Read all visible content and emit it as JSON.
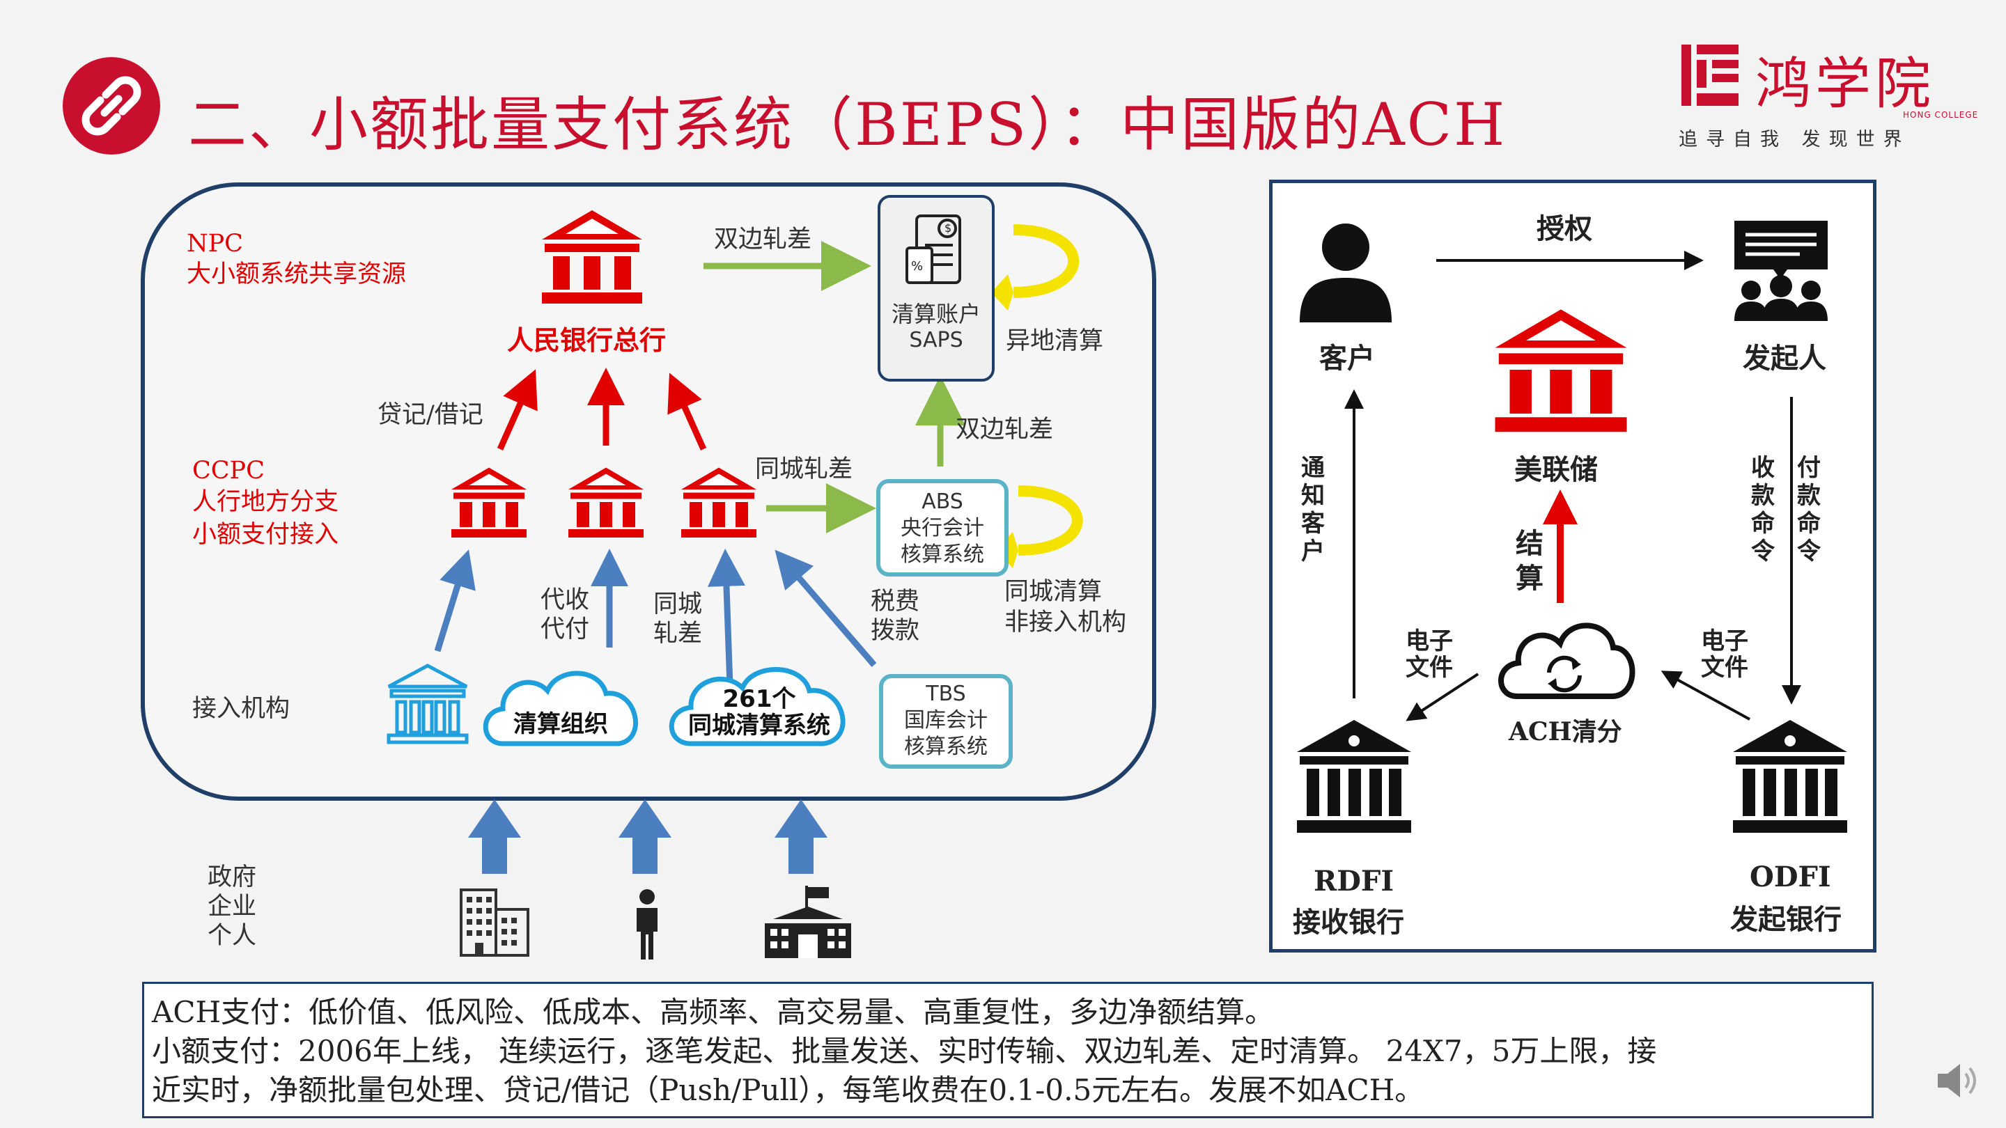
{
  "header": {
    "title": "二、小额批量支付系统（BEPS）：中国版的ACH",
    "logo_text": "鸿学院",
    "logo_en": "HONG COLLEGE",
    "logo_slogan": "追寻自我  发现世界"
  },
  "left_diagram": {
    "npc_label": "NPC",
    "npc_desc": "大小额系统共享资源",
    "pbc_hq": "人民银行总行",
    "bilateral_top": "双边轧差",
    "saps_label1": "清算账户",
    "saps_label2": "SAPS",
    "remote_clearing": "异地清算",
    "debit_credit": "贷记/借记",
    "bilateral_mid": "双边轧差",
    "ccpc_label": "CCPC",
    "ccpc_desc1": "人行地方分支",
    "ccpc_desc2": "小额支付接入",
    "same_city_netting": "同城轧差",
    "abs_label1": "ABS",
    "abs_label2": "央行会计",
    "abs_label3": "核算系统",
    "same_city_clearing1": "同城清算",
    "same_city_clearing2": "非接入机构",
    "collect1": "代收",
    "collect2": "代付",
    "same_city1": "同城",
    "same_city2": "轧差",
    "tax1": "税费",
    "tax2": "拨款",
    "access_label": "接入机构",
    "cloud1": "清算组织",
    "cloud2_num": "261个",
    "cloud2": "同城清算系统",
    "tbs_label1": "TBS",
    "tbs_label2": "国库会计",
    "tbs_label3": "核算系统",
    "users1": "政府",
    "users2": "企业",
    "users3": "个人"
  },
  "right_diagram": {
    "authorize": "授权",
    "customer": "客户",
    "originator": "发起人",
    "fed": "美联储",
    "settlement": "结算",
    "notify": "通知客户",
    "collect_cmd": "收款命令",
    "pay_cmd": "付款命令",
    "e_file_left": "电子文件",
    "e_file_right": "电子文件",
    "ach_clearing": "ACH清分",
    "rdfi": "RDFI",
    "rdfi_desc": "接收银行",
    "odfi": "ODFI",
    "odfi_desc": "发起银行"
  },
  "bottom": {
    "line1": "ACH支付：低价值、低风险、低成本、高频率、高交易量、高重复性，多边净额结算。",
    "line2": "小额支付：2006年上线， 连续运行，逐笔发起、批量发送、实时传输、双边轧差、定时清算。 24X7，5万上限，接",
    "line3": "近实时，净额批量包处理、贷记/借记（Push/Pull），每笔收费在0.1-0.5元左右。发展不如ACH。"
  },
  "colors": {
    "brand": "#c8102e",
    "bank_red": "#e00000",
    "arrow_green": "#8cba4a",
    "arrow_blue": "#4c7fbf",
    "arrow_yellow": "#f4e200",
    "frame_navy": "#1f3f68"
  }
}
